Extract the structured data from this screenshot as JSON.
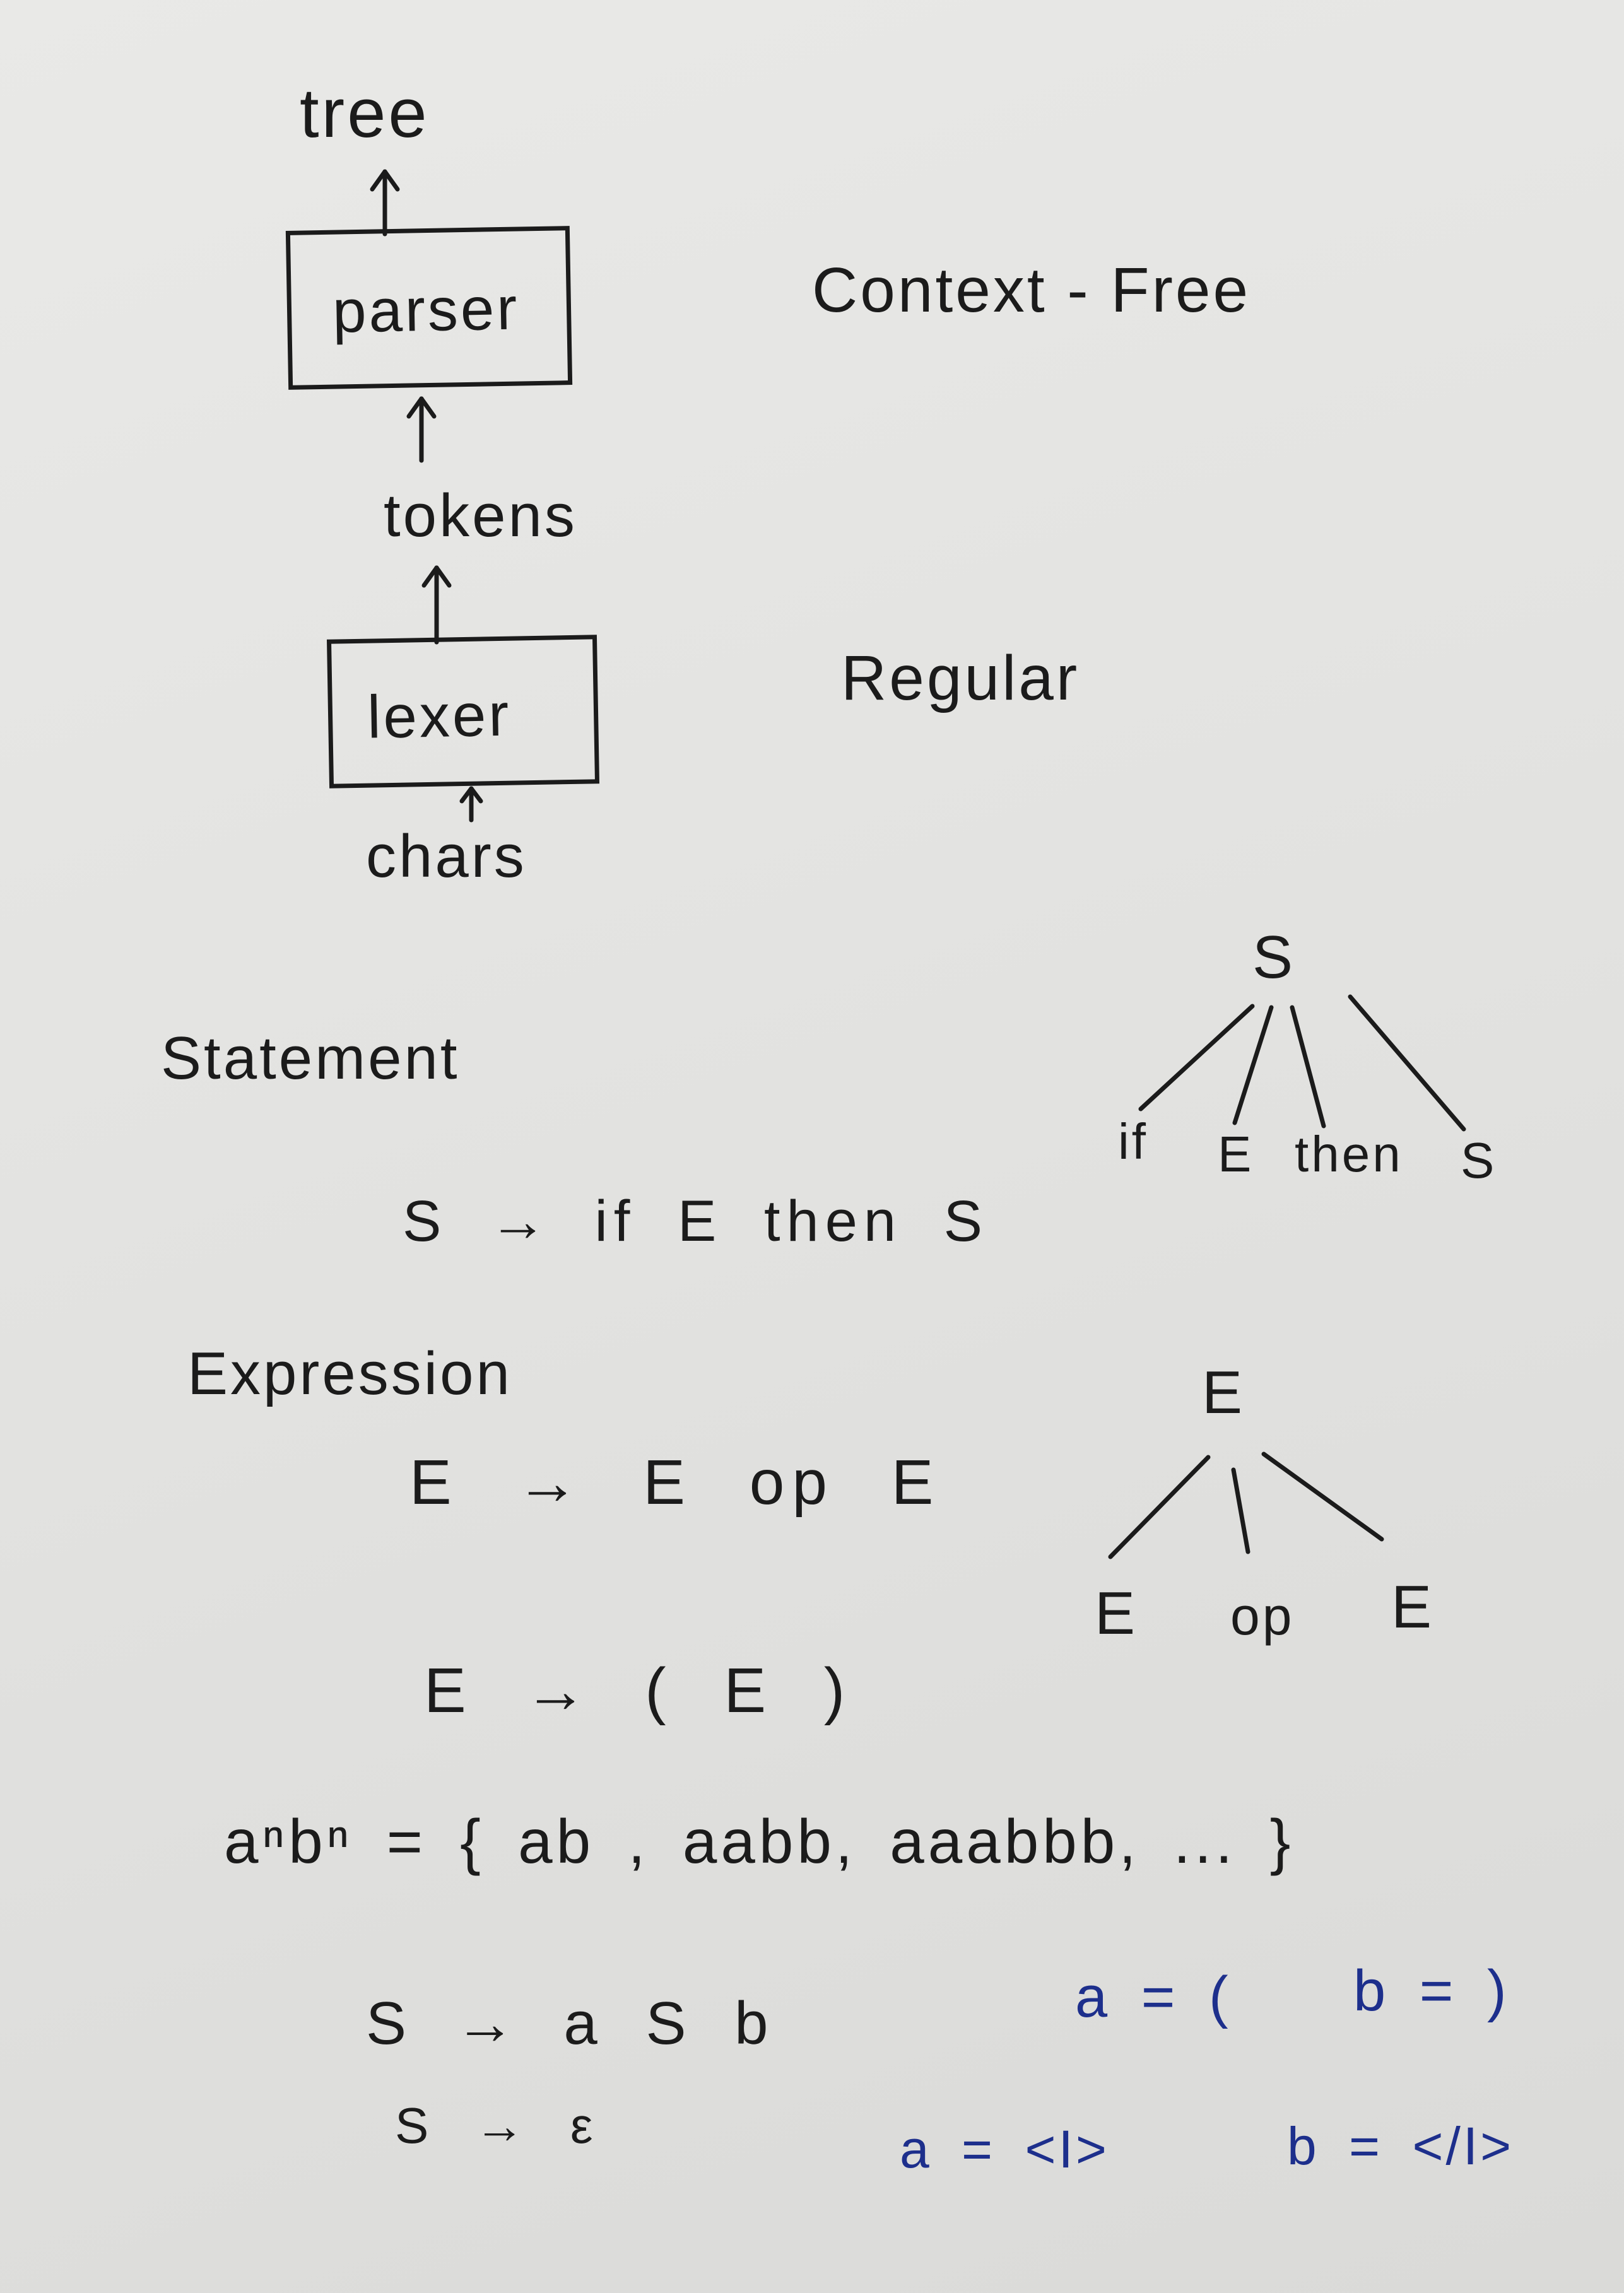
{
  "pipeline": {
    "output": "tree",
    "parser": "parser",
    "tokens": "tokens",
    "lexer": "lexer",
    "input": "chars",
    "parser_class": "Context - Free",
    "lexer_class": "Regular"
  },
  "statement": {
    "heading": "Statement",
    "rule": "S → if E then S",
    "tree": {
      "root": "S",
      "leaves": [
        "if",
        "E",
        "then",
        "S"
      ]
    }
  },
  "expression": {
    "heading": "Expression",
    "rules": [
      "E → E op E",
      "E → ( E )"
    ],
    "tree": {
      "root": "E",
      "leaves": [
        "E",
        "op",
        "E"
      ]
    }
  },
  "language": {
    "definition": "aⁿbⁿ  =  { ab , aabb, aaabbb, ... }",
    "rules": [
      "S → a S b",
      "S → ε"
    ],
    "examples": [
      {
        "a": "a = (",
        "b": "b = )"
      },
      {
        "a": "a = <I>",
        "b": "b = </I>"
      }
    ]
  },
  "colors": {
    "ink": "#1b1b1b",
    "blue_ink": "#1d2f8c"
  }
}
